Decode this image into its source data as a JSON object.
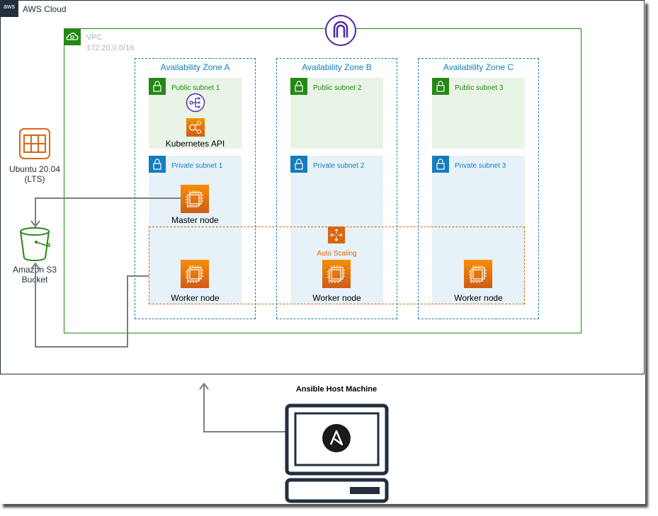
{
  "aws_cloud": {
    "badge": "aws",
    "title": "AWS Cloud"
  },
  "vpc": {
    "title": "VPC",
    "cidr": "172.20.0.0/16"
  },
  "zones": [
    {
      "label": "Availability Zone A",
      "public_subnet": "Public subnet 1",
      "private_subnet": "Private subnet 1"
    },
    {
      "label": "Availability Zone B",
      "public_subnet": "Public subnet 2",
      "private_subnet": "Private subnet 2"
    },
    {
      "label": "Availability Zone C",
      "public_subnet": "Public subnet 3",
      "private_subnet": "Private subnet 3"
    }
  ],
  "kubernetes_api": "Kubernetes API",
  "master_node": "Master node",
  "auto_scaling": "Auto Scaling",
  "worker_node": "Worker node",
  "ubuntu": {
    "line1": "Ubuntu 20.04",
    "line2": "(LTS)"
  },
  "s3": {
    "line1": "Amazon S3",
    "line2": "Bucket"
  },
  "ansible_host": "Ansible Host Machine",
  "colors": {
    "aws_dark": "#232f3e",
    "vpc_green": "#248814",
    "subnet_blue": "#147eba",
    "ec2_orange": "#d86613",
    "public_bg": "#e9f3e6",
    "private_bg": "#e6f2f8"
  }
}
